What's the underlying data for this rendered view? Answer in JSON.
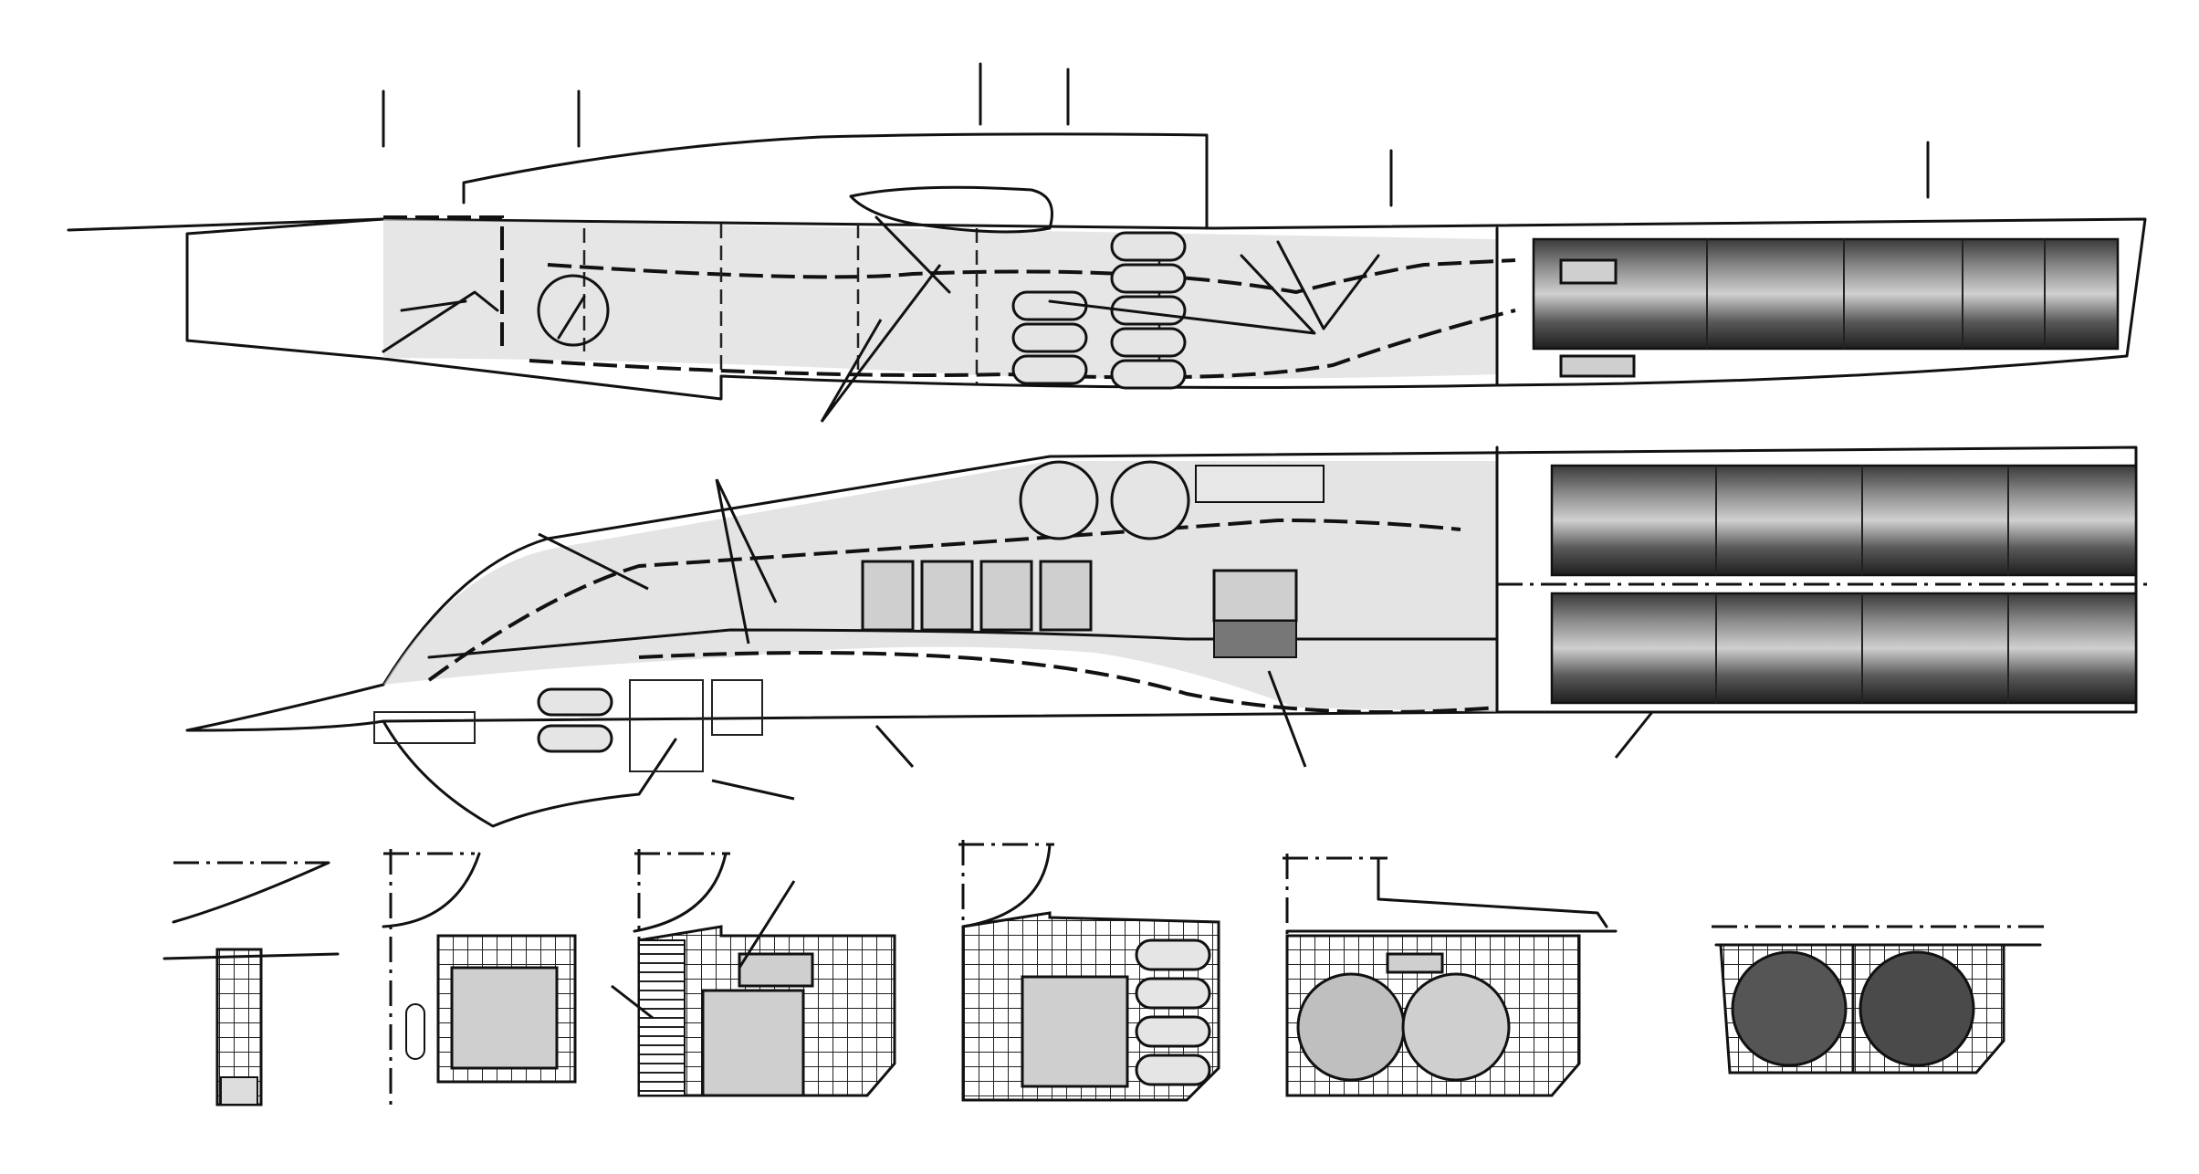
{
  "drawing": {
    "views": [
      "side-elevation",
      "plan-view",
      "cross-sections"
    ],
    "cross_section_count": 6
  },
  "colors": {
    "ink": "#111111",
    "paper": "#ffffff",
    "fuel_fill": "#d6d6d6",
    "engine_dark": "#2a2a2a",
    "engine_light": "#9a9a9a"
  }
}
